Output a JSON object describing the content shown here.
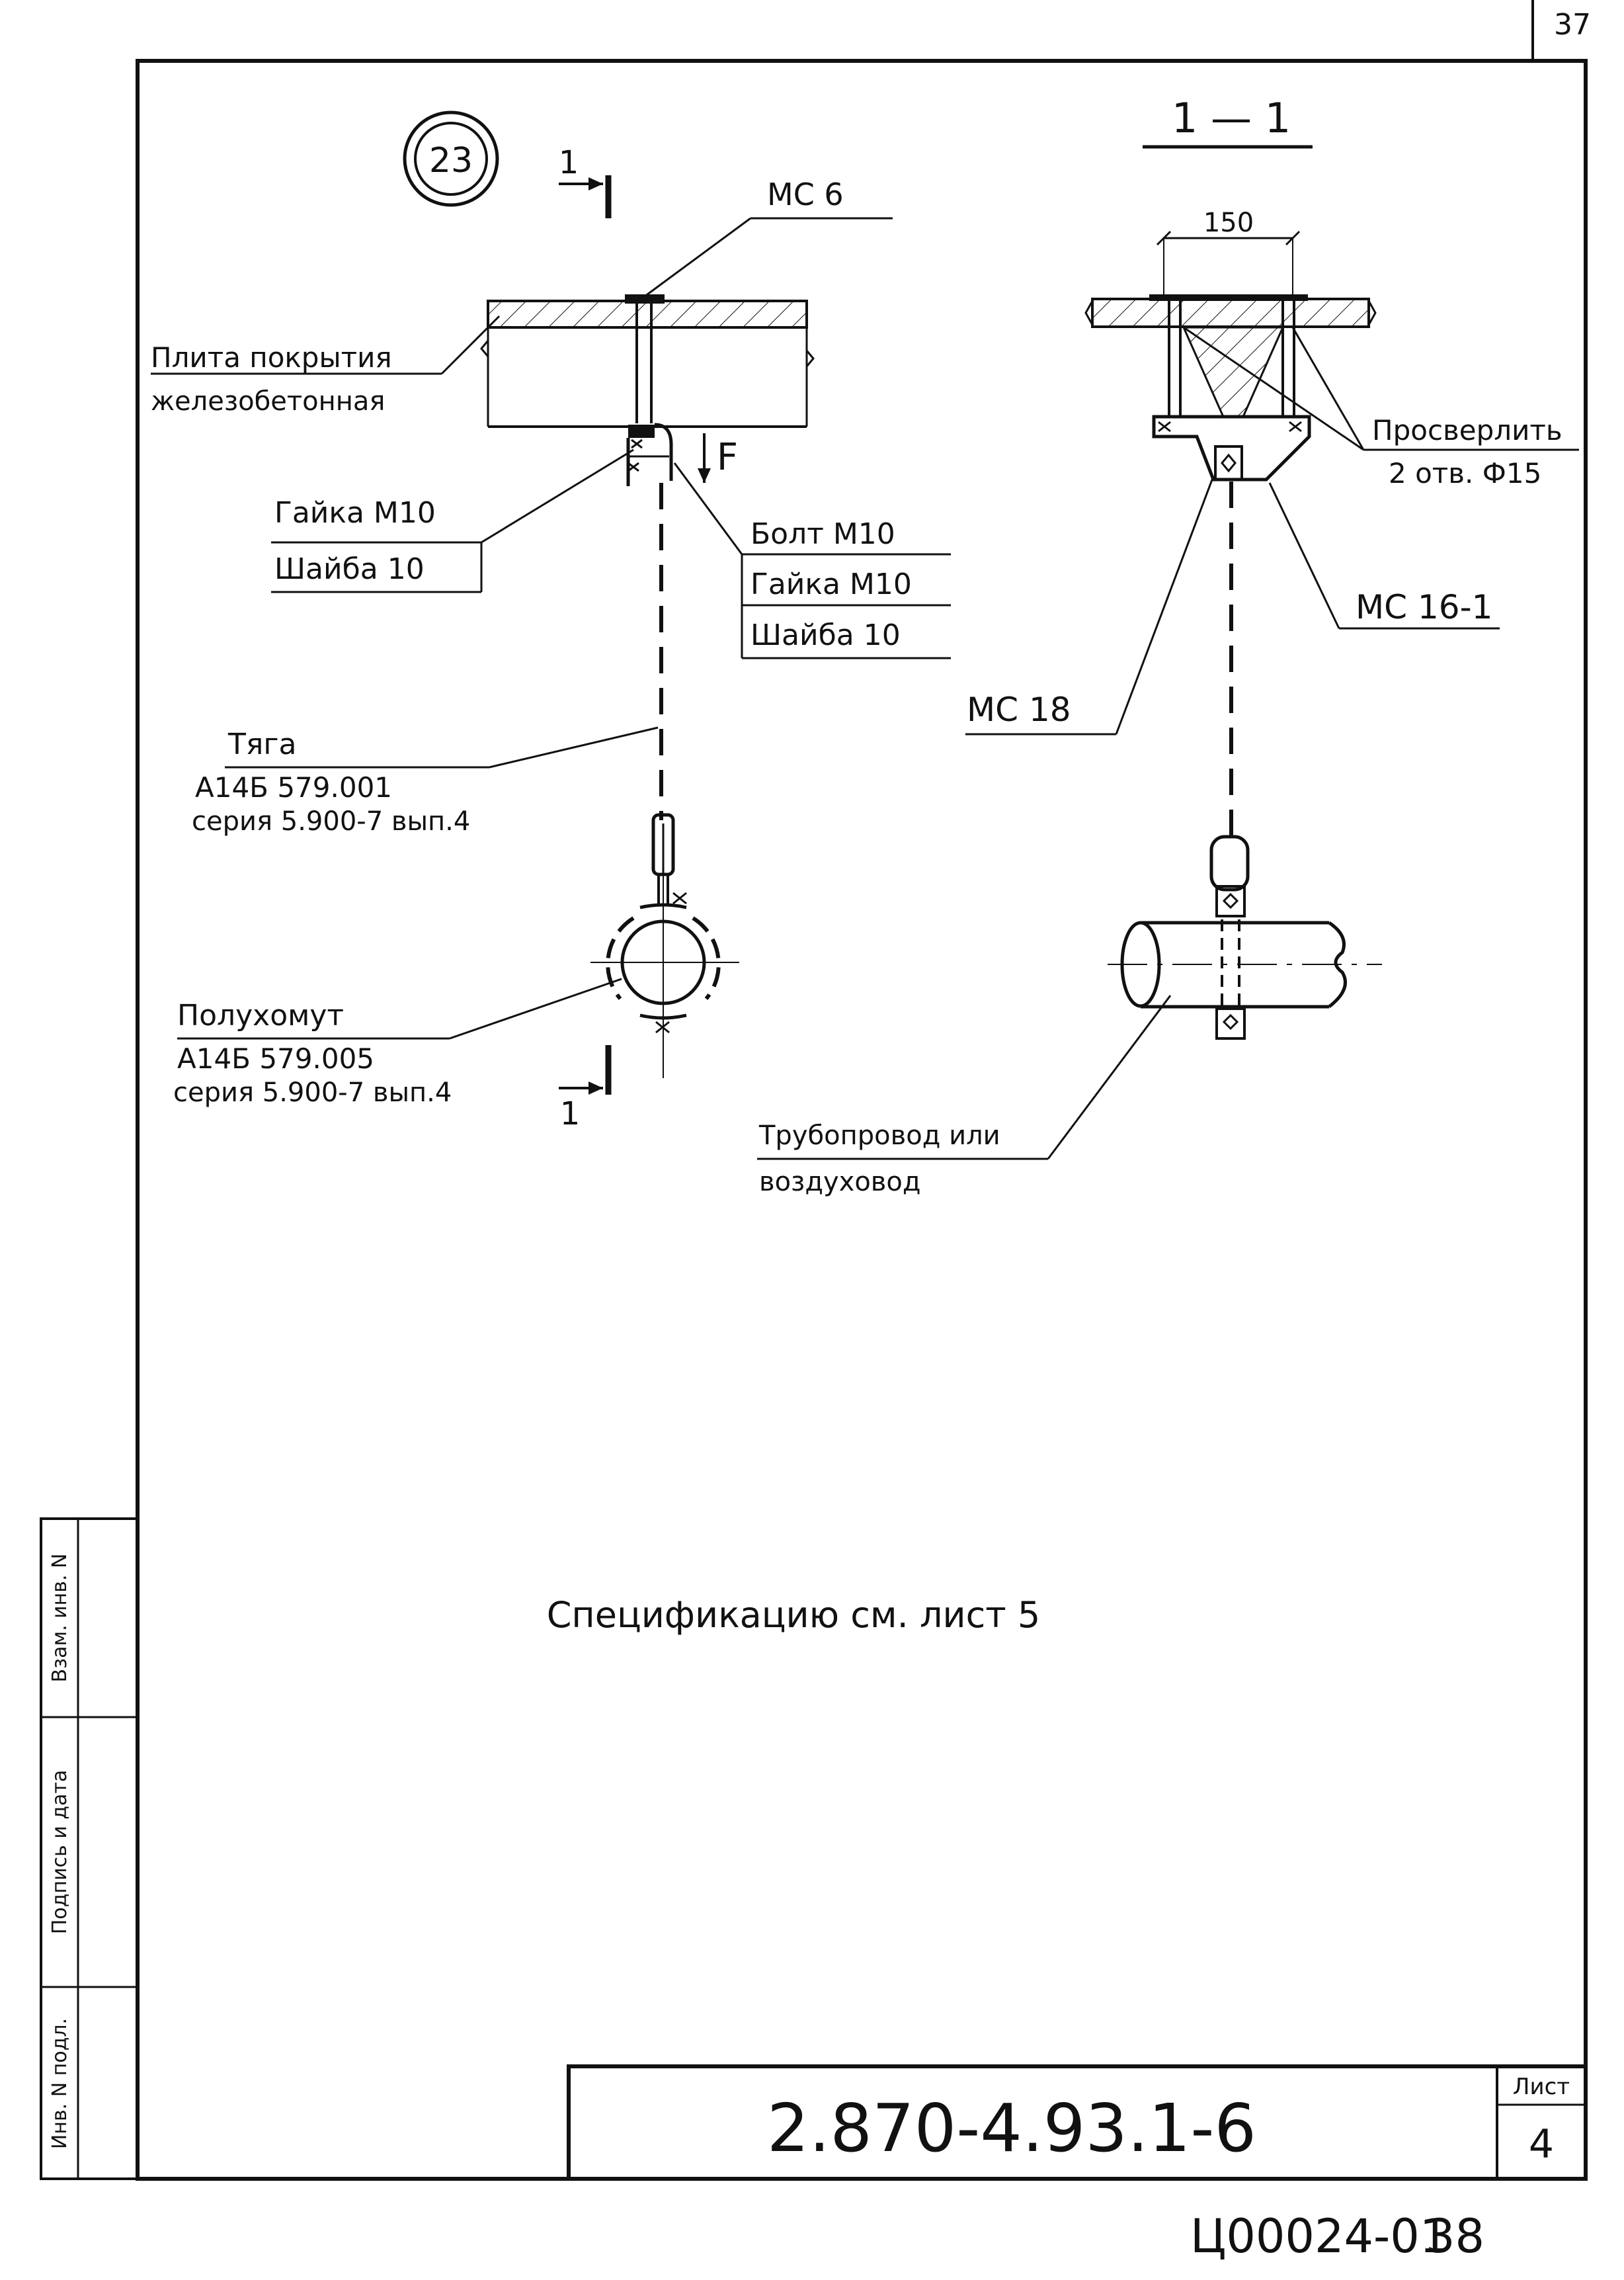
{
  "page_number": "37",
  "detail_number": "23",
  "section_marker": "1",
  "section_title": "1 — 1",
  "labels": {
    "mc6": "МС 6",
    "slab_line1": "Плита покрытия",
    "slab_line2": "железобетонная",
    "force": "F",
    "nut_left": "Гайка М10",
    "washer_left": "Шайба 10",
    "bolt": "Болт М10",
    "nut_right": "Гайка М10",
    "washer_right": "Шайба 10",
    "rod_title": "Тяга",
    "rod_code": "А14Б 579.001",
    "rod_series": "серия 5.900-7 вып.4",
    "clamp_title": "Полухомут",
    "clamp_code": "А14Б 579.005",
    "clamp_series": "серия 5.900-7 вып.4",
    "dim_150": "150",
    "drill_line1": "Просверлить",
    "drill_line2": "2 отв. Ф15",
    "mc16": "МС 16-1",
    "mc18": "МС 18",
    "pipe_line1": "Трубопровод или",
    "pipe_line2": "воздуховод"
  },
  "note": "Спецификацию см. лист 5",
  "stamp_columns": [
    "Инв. N подл.",
    "Подпись и дата",
    "Взам. инв. N"
  ],
  "title_block": {
    "designation": "2.870-4.93.1-6",
    "sheet_label": "Лист",
    "sheet_number": "4"
  },
  "footer": {
    "archive_code": "Ц00024-01",
    "archive_page": "38"
  }
}
